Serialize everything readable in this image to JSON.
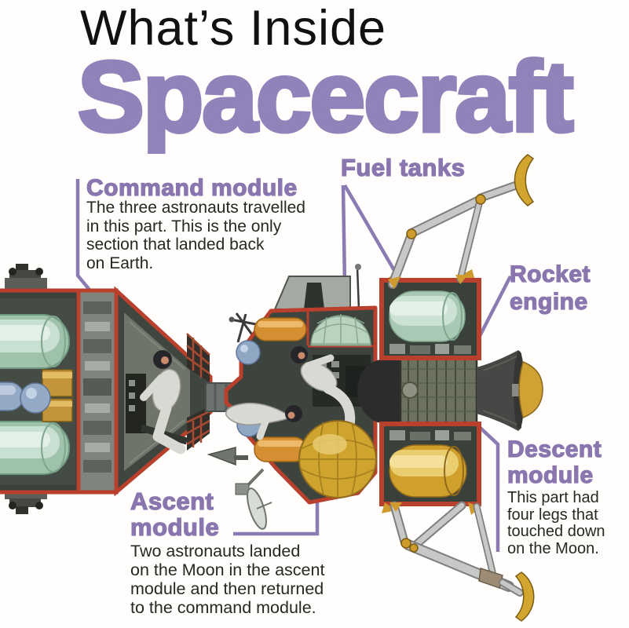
{
  "title": {
    "line1": "What’s Inside",
    "line2": "Spacecraft"
  },
  "labels": {
    "command_module": {
      "heading": "Command module",
      "body_lines": [
        "The three astronauts travelled",
        "in this part. This is the only",
        "section that landed back",
        "on Earth."
      ]
    },
    "fuel_tanks": {
      "heading": "Fuel tanks"
    },
    "rocket_engine": {
      "heading_lines": [
        "Rocket",
        "engine"
      ]
    },
    "descent_module": {
      "heading_lines": [
        "Descent",
        "module"
      ],
      "body_lines": [
        "This part had",
        "four legs that",
        "touched down",
        "on the Moon."
      ]
    },
    "ascent_module": {
      "heading_lines": [
        "Ascent",
        "module"
      ],
      "body_lines": [
        "Two astronauts landed",
        "on the Moon in the ascent",
        "module and then returned",
        "to the command module."
      ]
    }
  },
  "illustration": {
    "description": "Cutaway side view of an Apollo spacecraft: service module with tanks, command module with astronaut, ascent module with two astronauts and spherical fuel tanks, descent module with rocket engine and landing legs with round foot pads"
  },
  "colors": {
    "title_purple": "#9182b9",
    "heading_purple": "#8a76ae",
    "leader_purple": "#8c7ab2",
    "outline_red": "#b8402c",
    "body_text": "#282723",
    "tank_green": "#c3dccb",
    "tank_gold": "#cfa02b",
    "tank_orange": "#d58f33",
    "strut_silver": "#c8c8c6"
  }
}
